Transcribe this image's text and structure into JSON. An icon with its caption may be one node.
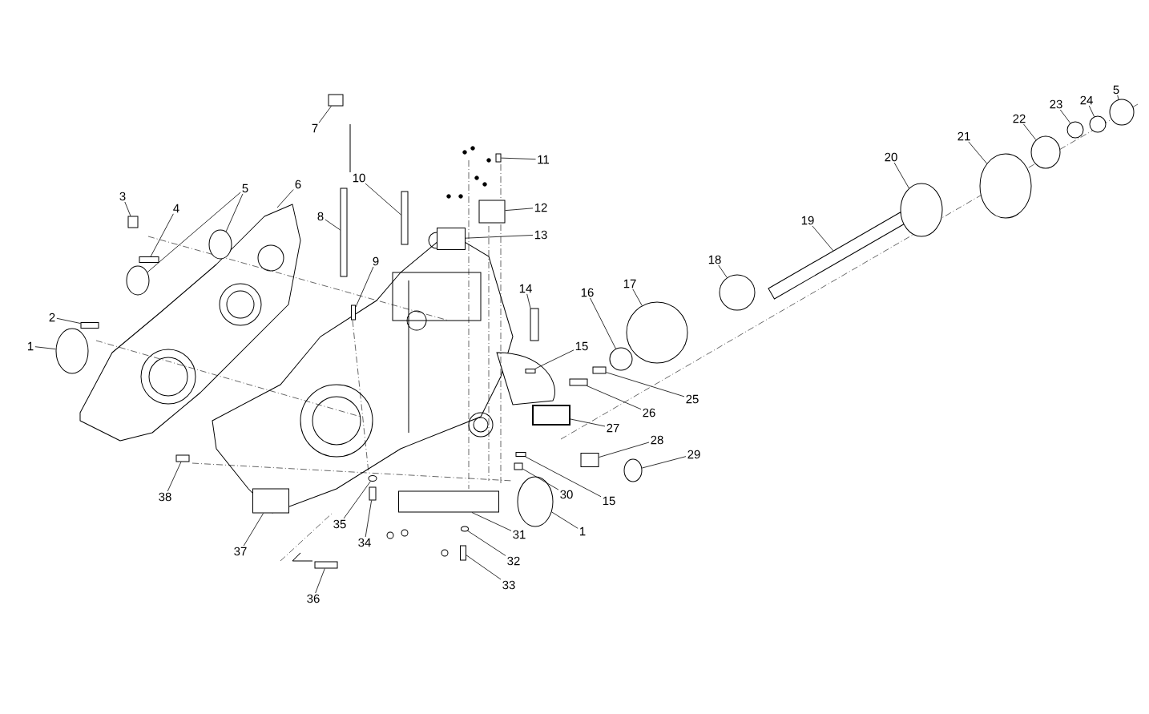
{
  "diagram": {
    "nodes": [
      {
        "text": [
          "1"
        ]
      },
      {
        "text": [
          "2"
        ]
      },
      {
        "text": [
          "3"
        ]
      },
      {
        "text": [
          "4"
        ]
      },
      {
        "text": [
          "5"
        ]
      },
      {
        "text": [
          "6"
        ]
      },
      {
        "text": [
          "7"
        ]
      },
      {
        "text": [
          "8"
        ]
      },
      {
        "text": [
          "9"
        ]
      },
      {
        "text": [
          "10"
        ]
      },
      {
        "text": [
          "11"
        ]
      },
      {
        "text": [
          "12"
        ]
      },
      {
        "text": [
          "13"
        ]
      },
      {
        "text": [
          "14"
        ]
      },
      {
        "text": [
          "15"
        ]
      },
      {
        "text": [
          "16"
        ]
      },
      {
        "text": [
          "17"
        ]
      },
      {
        "text": [
          "18"
        ]
      },
      {
        "text": [
          "19"
        ]
      },
      {
        "text": [
          "20"
        ]
      },
      {
        "text": [
          "21"
        ]
      },
      {
        "text": [
          "22"
        ]
      },
      {
        "text": [
          "23"
        ]
      },
      {
        "text": [
          "24"
        ]
      },
      {
        "text": [
          "5"
        ]
      },
      {
        "text": [
          "25"
        ]
      },
      {
        "text": [
          "26"
        ]
      },
      {
        "text": [
          "27"
        ]
      },
      {
        "text": [
          "28"
        ]
      },
      {
        "text": [
          "29"
        ]
      },
      {
        "text": [
          "30"
        ]
      },
      {
        "text": [
          "15"
        ]
      },
      {
        "text": [
          "31"
        ]
      },
      {
        "text": [
          "1"
        ]
      },
      {
        "text": [
          "32"
        ]
      },
      {
        "text": [
          "33"
        ]
      },
      {
        "text": [
          "34"
        ]
      },
      {
        "text": [
          "35"
        ]
      },
      {
        "text": [
          "36"
        ]
      },
      {
        "text": [
          "37"
        ]
      },
      {
        "text": [
          "38"
        ]
      },
      {
        "text": [],
        "shape": "circle"
      },
      {
        "text": [],
        "shape": "box"
      },
      {
        "text": [],
        "shape": "box"
      },
      {
        "text": [],
        "shape": "box"
      },
      {
        "text": [],
        "shape": "circle"
      },
      {
        "text": [],
        "shape": "circle"
      },
      {
        "text": [],
        "shape": "box"
      },
      {
        "text": [],
        "shape": "box"
      },
      {
        "text": [],
        "shape": "box"
      },
      {
        "text": [],
        "shape": "box"
      },
      {
        "text": [],
        "shape": "box"
      },
      {
        "text": [],
        "shape": "box"
      },
      {
        "text": [],
        "shape": "box"
      },
      {
        "text": [],
        "shape": "box"
      },
      {
        "text": [],
        "shape": "box"
      },
      {
        "text": [],
        "shape": "circle"
      },
      {
        "text": [],
        "shape": "circle"
      },
      {
        "text": [],
        "shape": "circle"
      },
      {
        "text": [],
        "shape": "box"
      },
      {
        "text": [],
        "shape": "circle"
      },
      {
        "text": [],
        "shape": "circle"
      },
      {
        "text": [],
        "shape": "circle"
      },
      {
        "text": [],
        "shape": "circle"
      },
      {
        "text": [],
        "shape": "circle"
      },
      {
        "text": [],
        "shape": "circle"
      },
      {
        "text": [],
        "shape": "box"
      },
      {
        "text": [],
        "shape": "box"
      },
      {
        "text": [],
        "shape": "box"
      },
      {
        "text": [],
        "shape": "box"
      },
      {
        "text": [],
        "shape": "circle"
      },
      {
        "text": [],
        "shape": "box"
      },
      {
        "text": [],
        "shape": "box"
      },
      {
        "text": [],
        "shape": "box"
      },
      {
        "text": [],
        "shape": "circle"
      },
      {
        "text": [],
        "shape": "circle"
      },
      {
        "text": [],
        "shape": "box"
      },
      {
        "text": [],
        "shape": "box"
      },
      {
        "text": [],
        "shape": "circle"
      },
      {
        "text": [],
        "shape": "box"
      },
      {
        "text": [],
        "shape": "box"
      },
      {
        "text": [],
        "shape": "box"
      }
    ],
    "edges": [
      {
        "from": 0,
        "to": 41,
        "arrow": "none"
      },
      {
        "from": 1,
        "to": 42,
        "arrow": "none"
      },
      {
        "from": 2,
        "to": 43,
        "arrow": "none"
      },
      {
        "from": 3,
        "to": 44,
        "arrow": "none"
      },
      {
        "from": 4,
        "to": 45,
        "arrow": "none"
      },
      {
        "from": 4,
        "to": 46,
        "arrow": "none"
      },
      {
        "from": 5,
        "to": null,
        "arrow": "none"
      },
      {
        "from": 6,
        "to": 47,
        "arrow": "none"
      },
      {
        "from": 7,
        "to": 48,
        "arrow": "none"
      },
      {
        "from": 8,
        "to": 49,
        "arrow": "none"
      },
      {
        "from": 9,
        "to": 50,
        "arrow": "none"
      },
      {
        "from": 10,
        "to": 51,
        "arrow": "none"
      },
      {
        "from": 11,
        "to": 52,
        "arrow": "none"
      },
      {
        "from": 12,
        "to": 53,
        "arrow": "none"
      },
      {
        "from": 13,
        "to": 54,
        "arrow": "none"
      },
      {
        "from": 14,
        "to": 55,
        "arrow": "none"
      },
      {
        "from": 15,
        "to": 56,
        "arrow": "none"
      },
      {
        "from": 16,
        "to": 57,
        "arrow": "none"
      },
      {
        "from": 17,
        "to": 58,
        "arrow": "none"
      },
      {
        "from": 18,
        "to": 59,
        "arrow": "none"
      },
      {
        "from": 19,
        "to": 60,
        "arrow": "none"
      },
      {
        "from": 20,
        "to": 61,
        "arrow": "none"
      },
      {
        "from": 21,
        "to": 62,
        "arrow": "none"
      },
      {
        "from": 22,
        "to": 63,
        "arrow": "none"
      },
      {
        "from": 23,
        "to": 64,
        "arrow": "none"
      },
      {
        "from": 24,
        "to": 65,
        "arrow": "none"
      },
      {
        "from": 25,
        "to": 66,
        "arrow": "none"
      },
      {
        "from": 26,
        "to": 67,
        "arrow": "none"
      },
      {
        "from": 27,
        "to": 68,
        "arrow": "none"
      },
      {
        "from": 28,
        "to": 69,
        "arrow": "none"
      },
      {
        "from": 29,
        "to": 70,
        "arrow": "none"
      },
      {
        "from": 30,
        "to": 71,
        "arrow": "none"
      },
      {
        "from": 31,
        "to": 72,
        "arrow": "none"
      },
      {
        "from": 32,
        "to": 73,
        "arrow": "none"
      },
      {
        "from": 33,
        "to": 74,
        "arrow": "none"
      },
      {
        "from": 34,
        "to": 75,
        "arrow": "none"
      },
      {
        "from": 35,
        "to": 76,
        "arrow": "none"
      },
      {
        "from": 36,
        "to": 77,
        "arrow": "none"
      },
      {
        "from": 37,
        "to": 78,
        "arrow": "none"
      },
      {
        "from": 38,
        "to": 79,
        "arrow": "none"
      },
      {
        "from": 39,
        "to": 80,
        "arrow": "none"
      },
      {
        "from": 40,
        "to": 81,
        "arrow": "none"
      }
    ]
  }
}
